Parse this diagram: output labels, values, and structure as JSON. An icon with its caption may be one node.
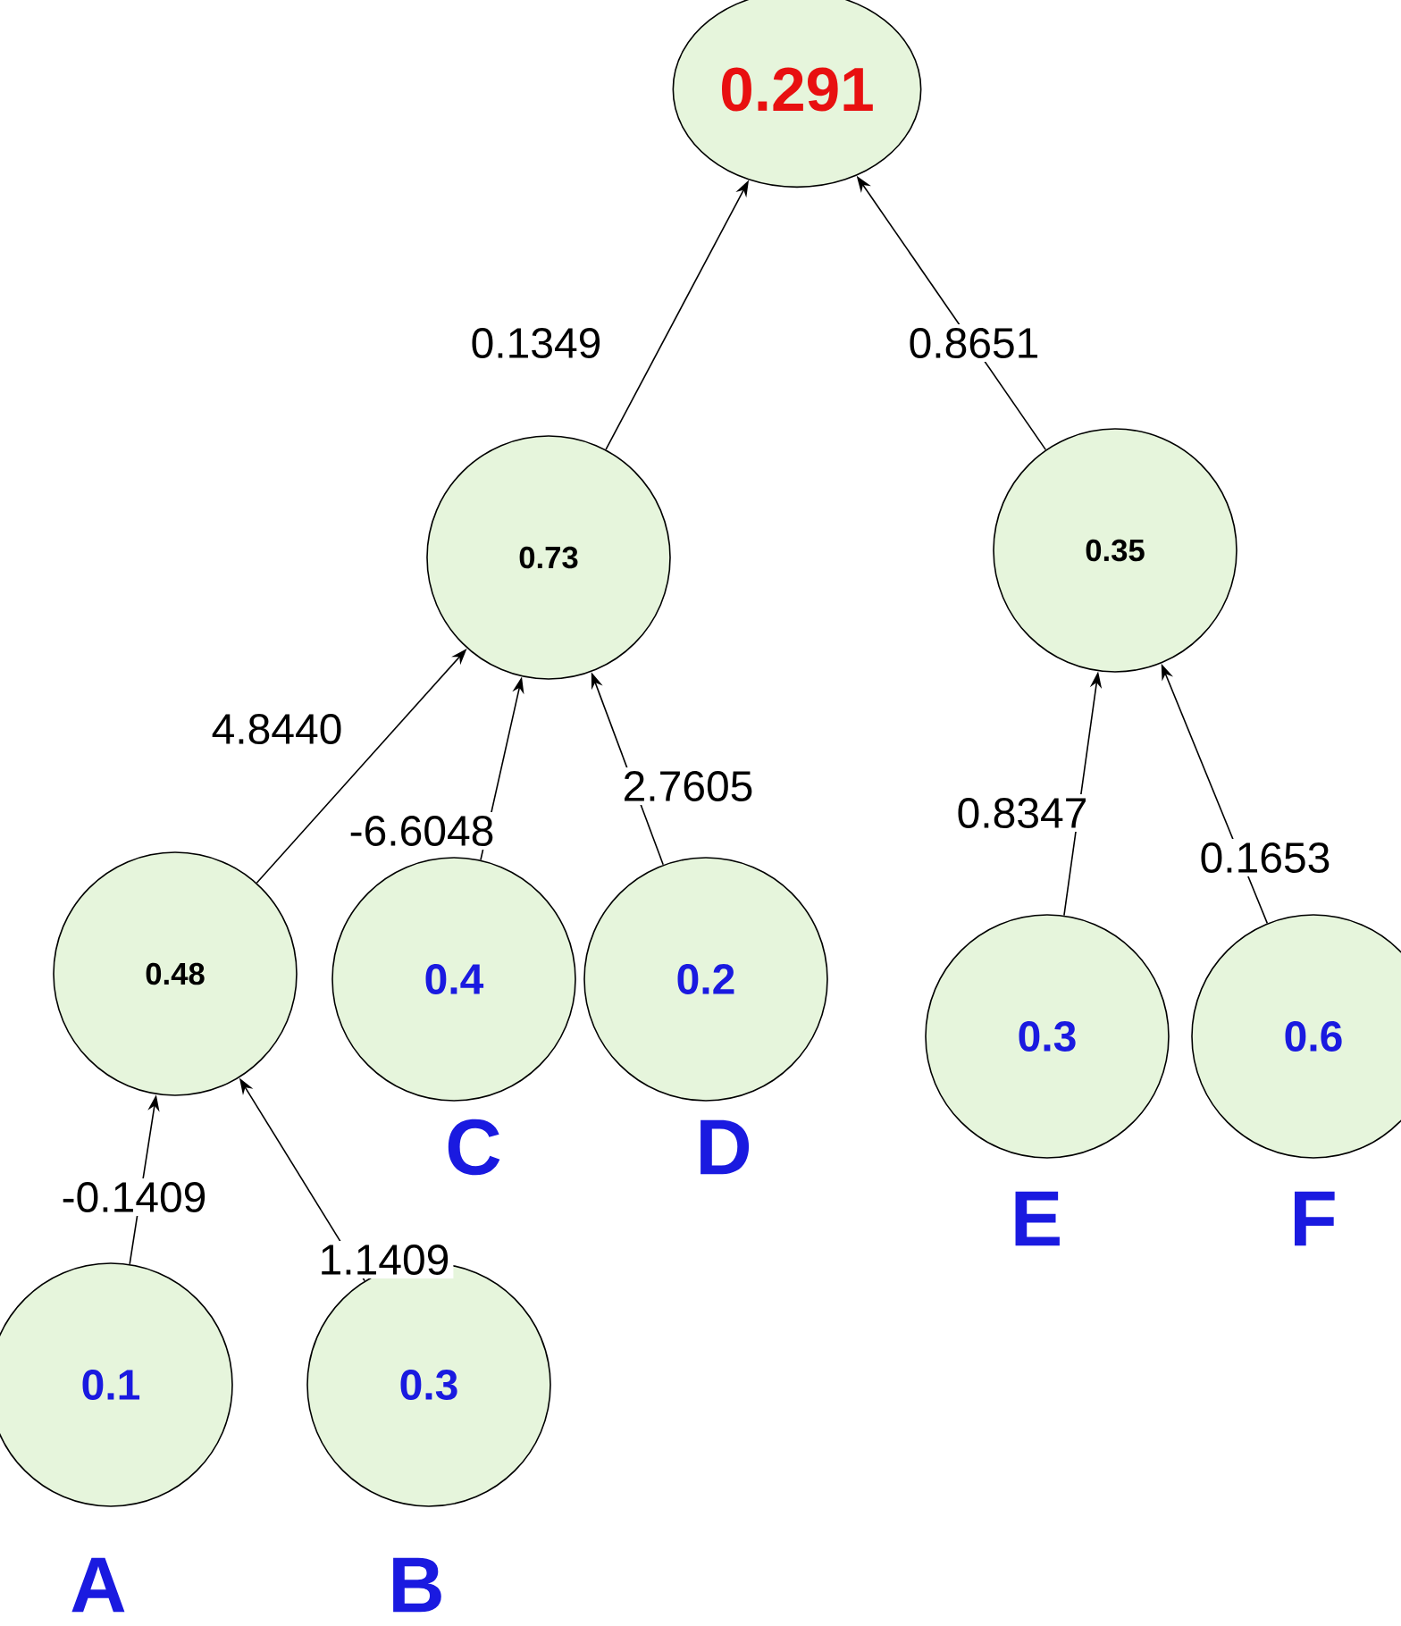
{
  "diagram": {
    "nodes": [
      {
        "text": [
          "0.291"
        ]
      },
      {
        "text": [
          "0.73"
        ]
      },
      {
        "text": [
          "0.35"
        ]
      },
      {
        "text": [
          "0.48"
        ]
      },
      {
        "text": [
          "0.4"
        ],
        "beside": [
          "C"
        ]
      },
      {
        "text": [
          "0.2"
        ],
        "beside": [
          "D"
        ]
      },
      {
        "text": [
          "0.3"
        ],
        "beside": [
          "E"
        ]
      },
      {
        "text": [
          "0.6"
        ],
        "beside": [
          "F"
        ]
      },
      {
        "text": [
          "0.1"
        ],
        "beside": [
          "A"
        ]
      },
      {
        "text": [
          "0.3"
        ],
        "beside": [
          "B"
        ]
      }
    ],
    "edges": [
      {
        "from": 1,
        "to": 0,
        "arrow": "to",
        "label": "0.1349"
      },
      {
        "from": 2,
        "to": 0,
        "arrow": "to",
        "label": "0.8651"
      },
      {
        "from": 3,
        "to": 1,
        "arrow": "to",
        "label": "4.8440"
      },
      {
        "from": 4,
        "to": 1,
        "arrow": "to",
        "label": "-6.6048"
      },
      {
        "from": 5,
        "to": 1,
        "arrow": "to",
        "label": "2.7605"
      },
      {
        "from": 6,
        "to": 2,
        "arrow": "to",
        "label": "0.8347"
      },
      {
        "from": 7,
        "to": 2,
        "arrow": "to",
        "label": "0.1653"
      },
      {
        "from": 8,
        "to": 3,
        "arrow": "to",
        "label": "-0.1409"
      },
      {
        "from": 9,
        "to": 3,
        "arrow": "to",
        "label": "1.1409"
      }
    ]
  }
}
